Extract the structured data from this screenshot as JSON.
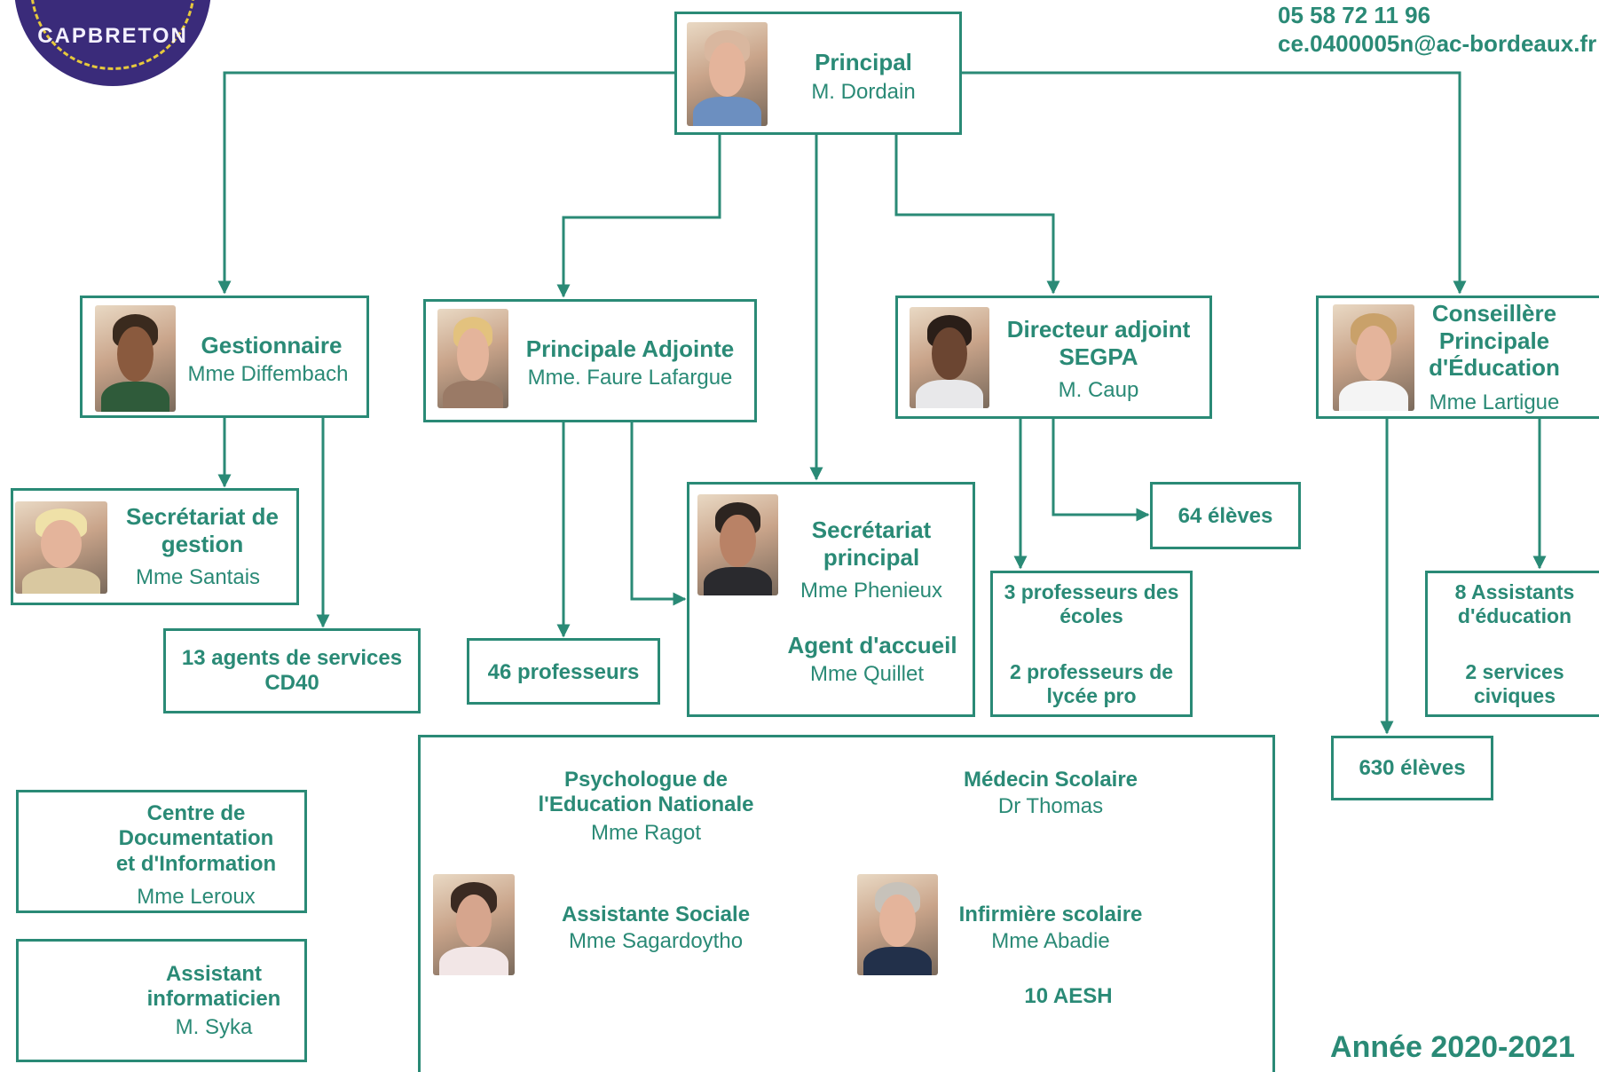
{
  "header": {
    "logo_text": "CAPBRETON",
    "phone": "05 58 72 11 96",
    "email": "ce.0400005n@ac-bordeaux.fr"
  },
  "colors": {
    "accent": "#2a8a76",
    "logo": "#3a2b7a"
  },
  "principal": {
    "title": "Principal",
    "name": "M. Dordain"
  },
  "gestionnaire": {
    "title": "Gestionnaire",
    "name": "Mme Diffembach"
  },
  "adjointe": {
    "title": "Principale Adjointe",
    "name": "Mme. Faure Lafargue"
  },
  "segpa": {
    "title": "Directeur adjoint SEGPA",
    "name": "M. Caup"
  },
  "cpe": {
    "title": "Conseillère Principale d'Éducation",
    "name": "Mme Lartigue"
  },
  "secr_gestion": {
    "title": "Secrétariat de gestion",
    "name": "Mme Santais"
  },
  "agents": {
    "label": "13 agents de services CD40"
  },
  "profs": {
    "label": "46 professeurs"
  },
  "secr_principal": {
    "title": "Secrétariat principal",
    "name": "Mme Phenieux",
    "title2": "Agent d'accueil",
    "name2": "Mme Quillet"
  },
  "eleves_segpa": {
    "label": "64 élèves"
  },
  "profs_segpa": {
    "line1": "3 professeurs des écoles",
    "line2": "2 professeurs de lycée pro"
  },
  "assistants": {
    "line1": "8 Assistants d'éducation",
    "line2": "2 services civiques"
  },
  "eleves": {
    "label": "630 élèves"
  },
  "cdi": {
    "title": "Centre de Documentation et d'Information",
    "name": "Mme Leroux"
  },
  "info": {
    "title": "Assistant informaticien",
    "name": "M. Syka"
  },
  "medico": {
    "psy_title": "Psychologue de l'Education Nationale",
    "psy_name": "Mme Ragot",
    "med_title": "Médecin Scolaire",
    "med_name": "Dr Thomas",
    "as_title": "Assistante Sociale",
    "as_name": "Mme Sagardoytho",
    "inf_title": "Infirmière scolaire",
    "inf_name": "Mme Abadie",
    "aesh": "10 AESH"
  },
  "year": "Année 2020-2021"
}
